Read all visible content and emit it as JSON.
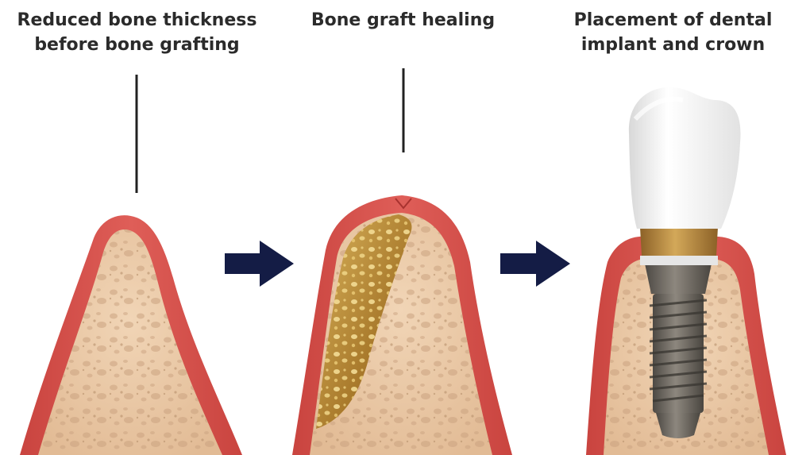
{
  "labels": {
    "step1": "Reduced bone thickness\nbefore bone grafting",
    "step2": "Bone graft healing",
    "step3": "Placement of dental\nimplant and crown"
  },
  "colors": {
    "gum": "#d9524f",
    "gum_dark": "#b53c39",
    "bone": "#ebcaa7",
    "bone_pore": "#c9a27f",
    "graft": "#b98d3c",
    "graft_light": "#e8cf86",
    "arrow": "#141c45",
    "leader_line": "#222222",
    "implant": "#6c6760",
    "abutment_gold": "#b8893e",
    "crown": "#f6f6f6"
  },
  "icons": [
    "arrow-right-icon",
    "arrow-right-icon"
  ]
}
